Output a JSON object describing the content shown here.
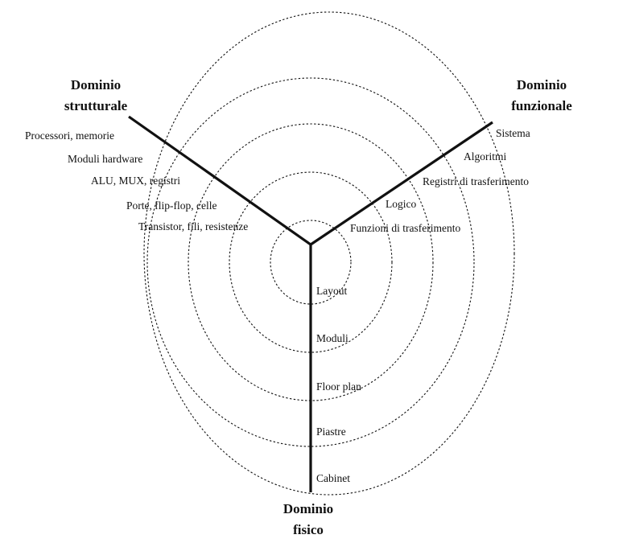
{
  "domains": {
    "strutturale": {
      "line1": "Dominio",
      "line2": "strutturale"
    },
    "funzionale": {
      "line1": "Dominio",
      "line2": "funzionale"
    },
    "fisico": {
      "line1": "Dominio",
      "line2": "fisico"
    }
  },
  "structural_levels": [
    "Processori, memorie",
    "Moduli hardware",
    "ALU, MUX, registri",
    "Porte, flip-flop, celle",
    "Transistor, fili, resistenze"
  ],
  "functional_levels": [
    "Sistema",
    "Algoritmi",
    "Registri di trasferimento",
    "Logico",
    "Funzioni di trasferimento"
  ],
  "physical_levels": [
    "Layout",
    "Moduli",
    "Floor plan",
    "Piastre",
    "Cabinet"
  ],
  "colors": {
    "ink": "#111111",
    "background": "#ffffff"
  }
}
